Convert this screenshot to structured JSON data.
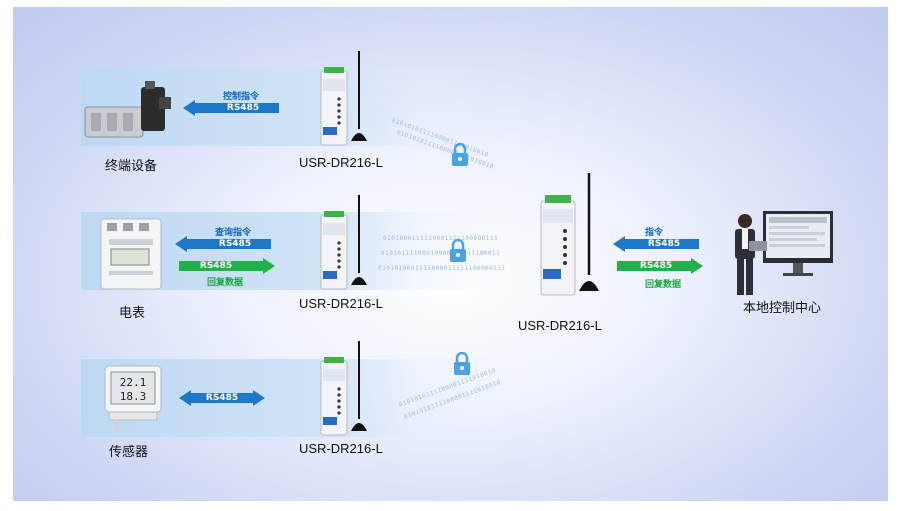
{
  "terminals": [
    {
      "name": "终端设备",
      "icon": "solenoid-valve-icon"
    },
    {
      "name": "电表",
      "icon": "energy-meter-icon"
    },
    {
      "name": "传感器",
      "icon": "temperature-sensor-icon"
    }
  ],
  "arrows": {
    "row1": {
      "top_label": "控制指令",
      "text": "RS485"
    },
    "row2": {
      "top_label": "查询指令",
      "text1": "RS485",
      "text2": "RS485",
      "bottom_label": "回复数据"
    },
    "row3": {
      "text": "RS485"
    },
    "center": {
      "top_label": "指令",
      "text1": "RS485",
      "text2": "RS485",
      "bottom_label": "回复数据"
    }
  },
  "module_labels": [
    "USR-DR216-L",
    "USR-DR216-L",
    "USR-DR216-L",
    "USR-DR216-L"
  ],
  "control_center": "本地控制中心",
  "streams": {
    "top": "0101010111100001111010010",
    "mid1": "0101000111110001111100000111",
    "mid2": "01010111100010000101111100011",
    "mid3": "0101010001111000011111100000111",
    "bot": "0101010111100001111010010"
  },
  "colors": {
    "blue": "#1e78c8",
    "green": "#22b04a",
    "lock": "#4aa3e6"
  }
}
